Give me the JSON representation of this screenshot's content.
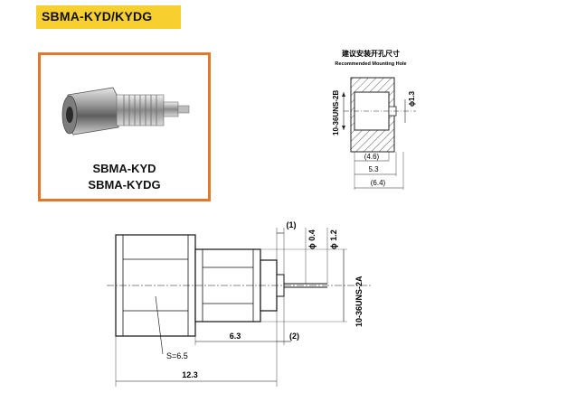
{
  "header": {
    "title": "SBMA-KYD/KYDG"
  },
  "product": {
    "model_1": "SBMA-KYD",
    "model_2": "SBMA-KYDG"
  },
  "mounting": {
    "title_cn": "建议安装开孔尺寸",
    "title_en": "Recommended Mounting Hole",
    "thread": "10-36UNS-2B",
    "hole_dia": "ϕ1.3",
    "dim_a": "(4.6)",
    "dim_b": "5.3",
    "dim_c": "(6.4)"
  },
  "connector": {
    "dim_top": "(1)",
    "pin_dia": "ϕ 0.4",
    "diel_dia": "ϕ 1.2",
    "thread": "10-36UNS-2A",
    "hex": "S=6.5",
    "len_6_3": "6.3",
    "len_2": "(2)",
    "len_12_3": "12.3"
  }
}
